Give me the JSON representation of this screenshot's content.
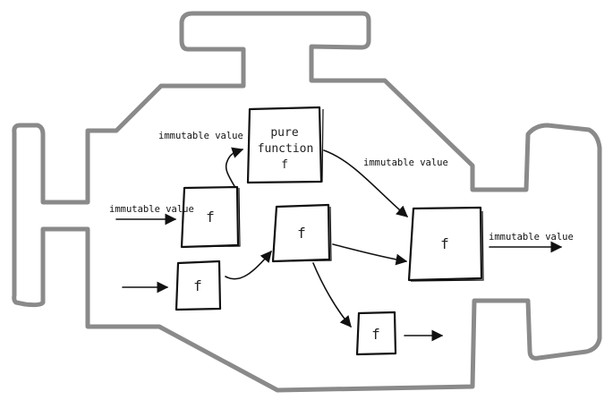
{
  "colors": {
    "engine_outline": "#8a8a8a",
    "ink": "#111111",
    "background": "#ffffff"
  },
  "nodes": {
    "pure_function": {
      "line1": "pure",
      "line2": "function",
      "line3": "f"
    },
    "f_input": "f",
    "f_lower_left": "f",
    "f_center": "f",
    "f_right_large": "f",
    "f_bottom": "f"
  },
  "edges": {
    "label_top_left": "immutable value",
    "label_input_left": "immutable value",
    "label_top_right": "immutable value",
    "label_output": "immutable value"
  }
}
